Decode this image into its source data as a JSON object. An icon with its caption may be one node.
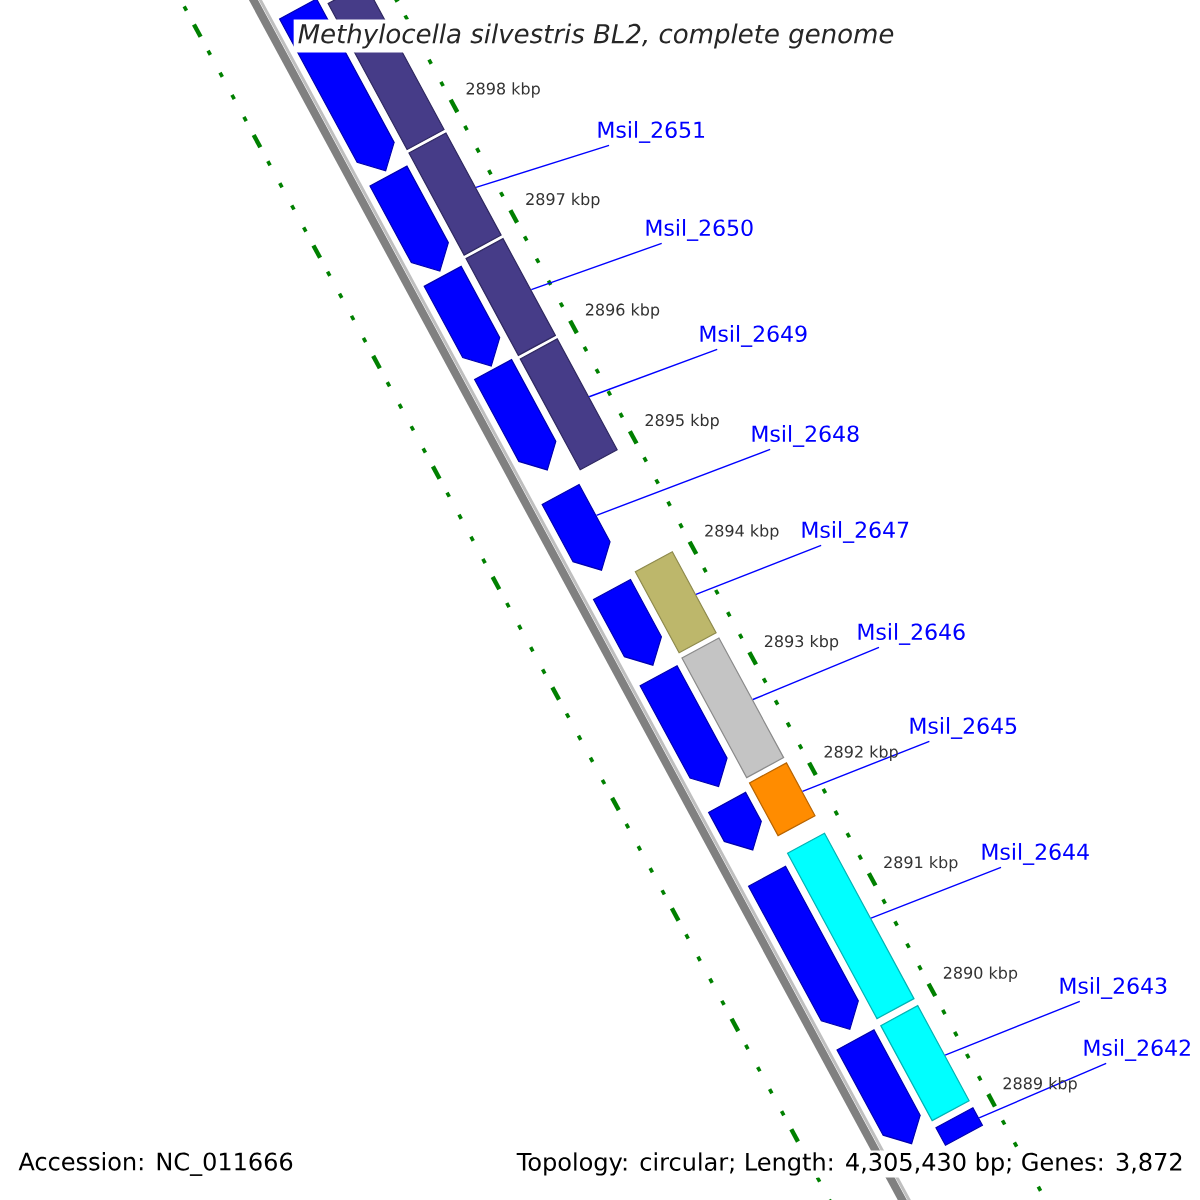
{
  "diagram": {
    "title": "Methylocella silvestris BL2, complete genome",
    "nodes": [
      {
        "text": [
          "Msil_2651"
        ]
      },
      {
        "text": [
          "Msil_2650"
        ]
      },
      {
        "text": [
          "Msil_2649"
        ]
      },
      {
        "text": [
          "Msil_2648"
        ]
      },
      {
        "text": [
          "Msil_2647"
        ]
      },
      {
        "text": [
          "Msil_2646"
        ]
      },
      {
        "text": [
          "Msil_2645"
        ]
      },
      {
        "text": [
          "Msil_2644"
        ]
      },
      {
        "text": [
          "Msil_2643"
        ]
      },
      {
        "text": [
          "Msil_2642"
        ]
      },
      {
        "text": [],
        "shape": "bar"
      },
      {
        "text": [],
        "shape": "bar"
      },
      {
        "text": [],
        "shape": "bar"
      },
      {
        "text": [],
        "shape": "arrow"
      },
      {
        "text": [],
        "shape": "bar"
      },
      {
        "text": [],
        "shape": "bar"
      },
      {
        "text": [],
        "shape": "bar"
      },
      {
        "text": [],
        "shape": "bar"
      },
      {
        "text": [],
        "shape": "bar"
      },
      {
        "text": [],
        "shape": "bar"
      },
      {
        "text": [],
        "shape": "bar"
      },
      {
        "text": [],
        "shape": "arrow"
      },
      {
        "text": [],
        "shape": "arrow"
      },
      {
        "text": [],
        "shape": "arrow"
      },
      {
        "text": [],
        "shape": "arrow"
      },
      {
        "text": [],
        "shape": "arrow"
      },
      {
        "text": [],
        "shape": "arrow"
      },
      {
        "text": [],
        "shape": "arrow"
      },
      {
        "text": [],
        "shape": "arrow"
      },
      {
        "text": [],
        "shape": "arrow"
      }
    ],
    "edges": [
      {
        "from": 0,
        "to": 10,
        "arrow": "none"
      },
      {
        "from": 1,
        "to": 11,
        "arrow": "none"
      },
      {
        "from": 2,
        "to": 12,
        "arrow": "none"
      },
      {
        "from": 3,
        "to": 13,
        "arrow": "none"
      },
      {
        "from": 4,
        "to": 14,
        "arrow": "none"
      },
      {
        "from": 5,
        "to": 15,
        "arrow": "none"
      },
      {
        "from": 6,
        "to": 16,
        "arrow": "none"
      },
      {
        "from": 7,
        "to": 17,
        "arrow": "none"
      },
      {
        "from": 8,
        "to": 18,
        "arrow": "none"
      },
      {
        "from": 9,
        "to": 19,
        "arrow": "none"
      }
    ],
    "labels": [
      "2898 kbp",
      "2897 kbp",
      "2896 kbp",
      "2895 kbp",
      "2894 kbp",
      "2893 kbp",
      "2892 kbp",
      "2891 kbp",
      "2890 kbp",
      "2889 kbp",
      "Accession: NC_011666",
      "Topology: circular; Length: 4,305,430 bp; Genes: 3,872"
    ]
  }
}
